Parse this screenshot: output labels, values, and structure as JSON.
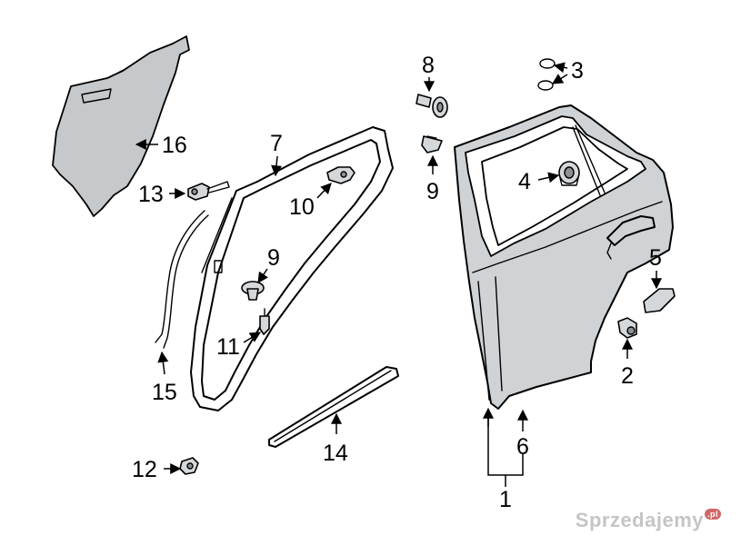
{
  "labels": {
    "p1": "1",
    "p2": "2",
    "p3": "3",
    "p4": "4",
    "p5": "5",
    "p6": "6",
    "p7": "7",
    "p8": "8",
    "p9a": "9",
    "p9b": "9",
    "p10": "10",
    "p11": "11",
    "p12": "12",
    "p13": "13",
    "p14": "14",
    "p15": "15",
    "p16": "16"
  },
  "watermark": {
    "text": "Sprzedajemy",
    "badge": ".pl"
  }
}
